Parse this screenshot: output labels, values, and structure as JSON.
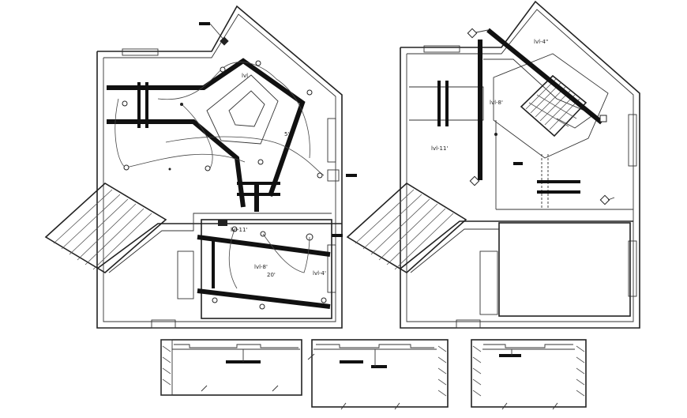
{
  "labels": {
    "left_plan": {
      "lvl_top": "lvl",
      "lvl_mid": "5'",
      "lvl_room": "lvl-11'",
      "lvl_right": "lvl-4'",
      "lvl_center": "lvl-8'",
      "lvl_small": "20'"
    },
    "right_plan": {
      "lvl_4": "lvl-4\"",
      "lvl_8": "lvl-8'",
      "lvl_11": "lvl-11'"
    }
  },
  "colors": {
    "line": "#222222",
    "background": "#ffffff"
  }
}
